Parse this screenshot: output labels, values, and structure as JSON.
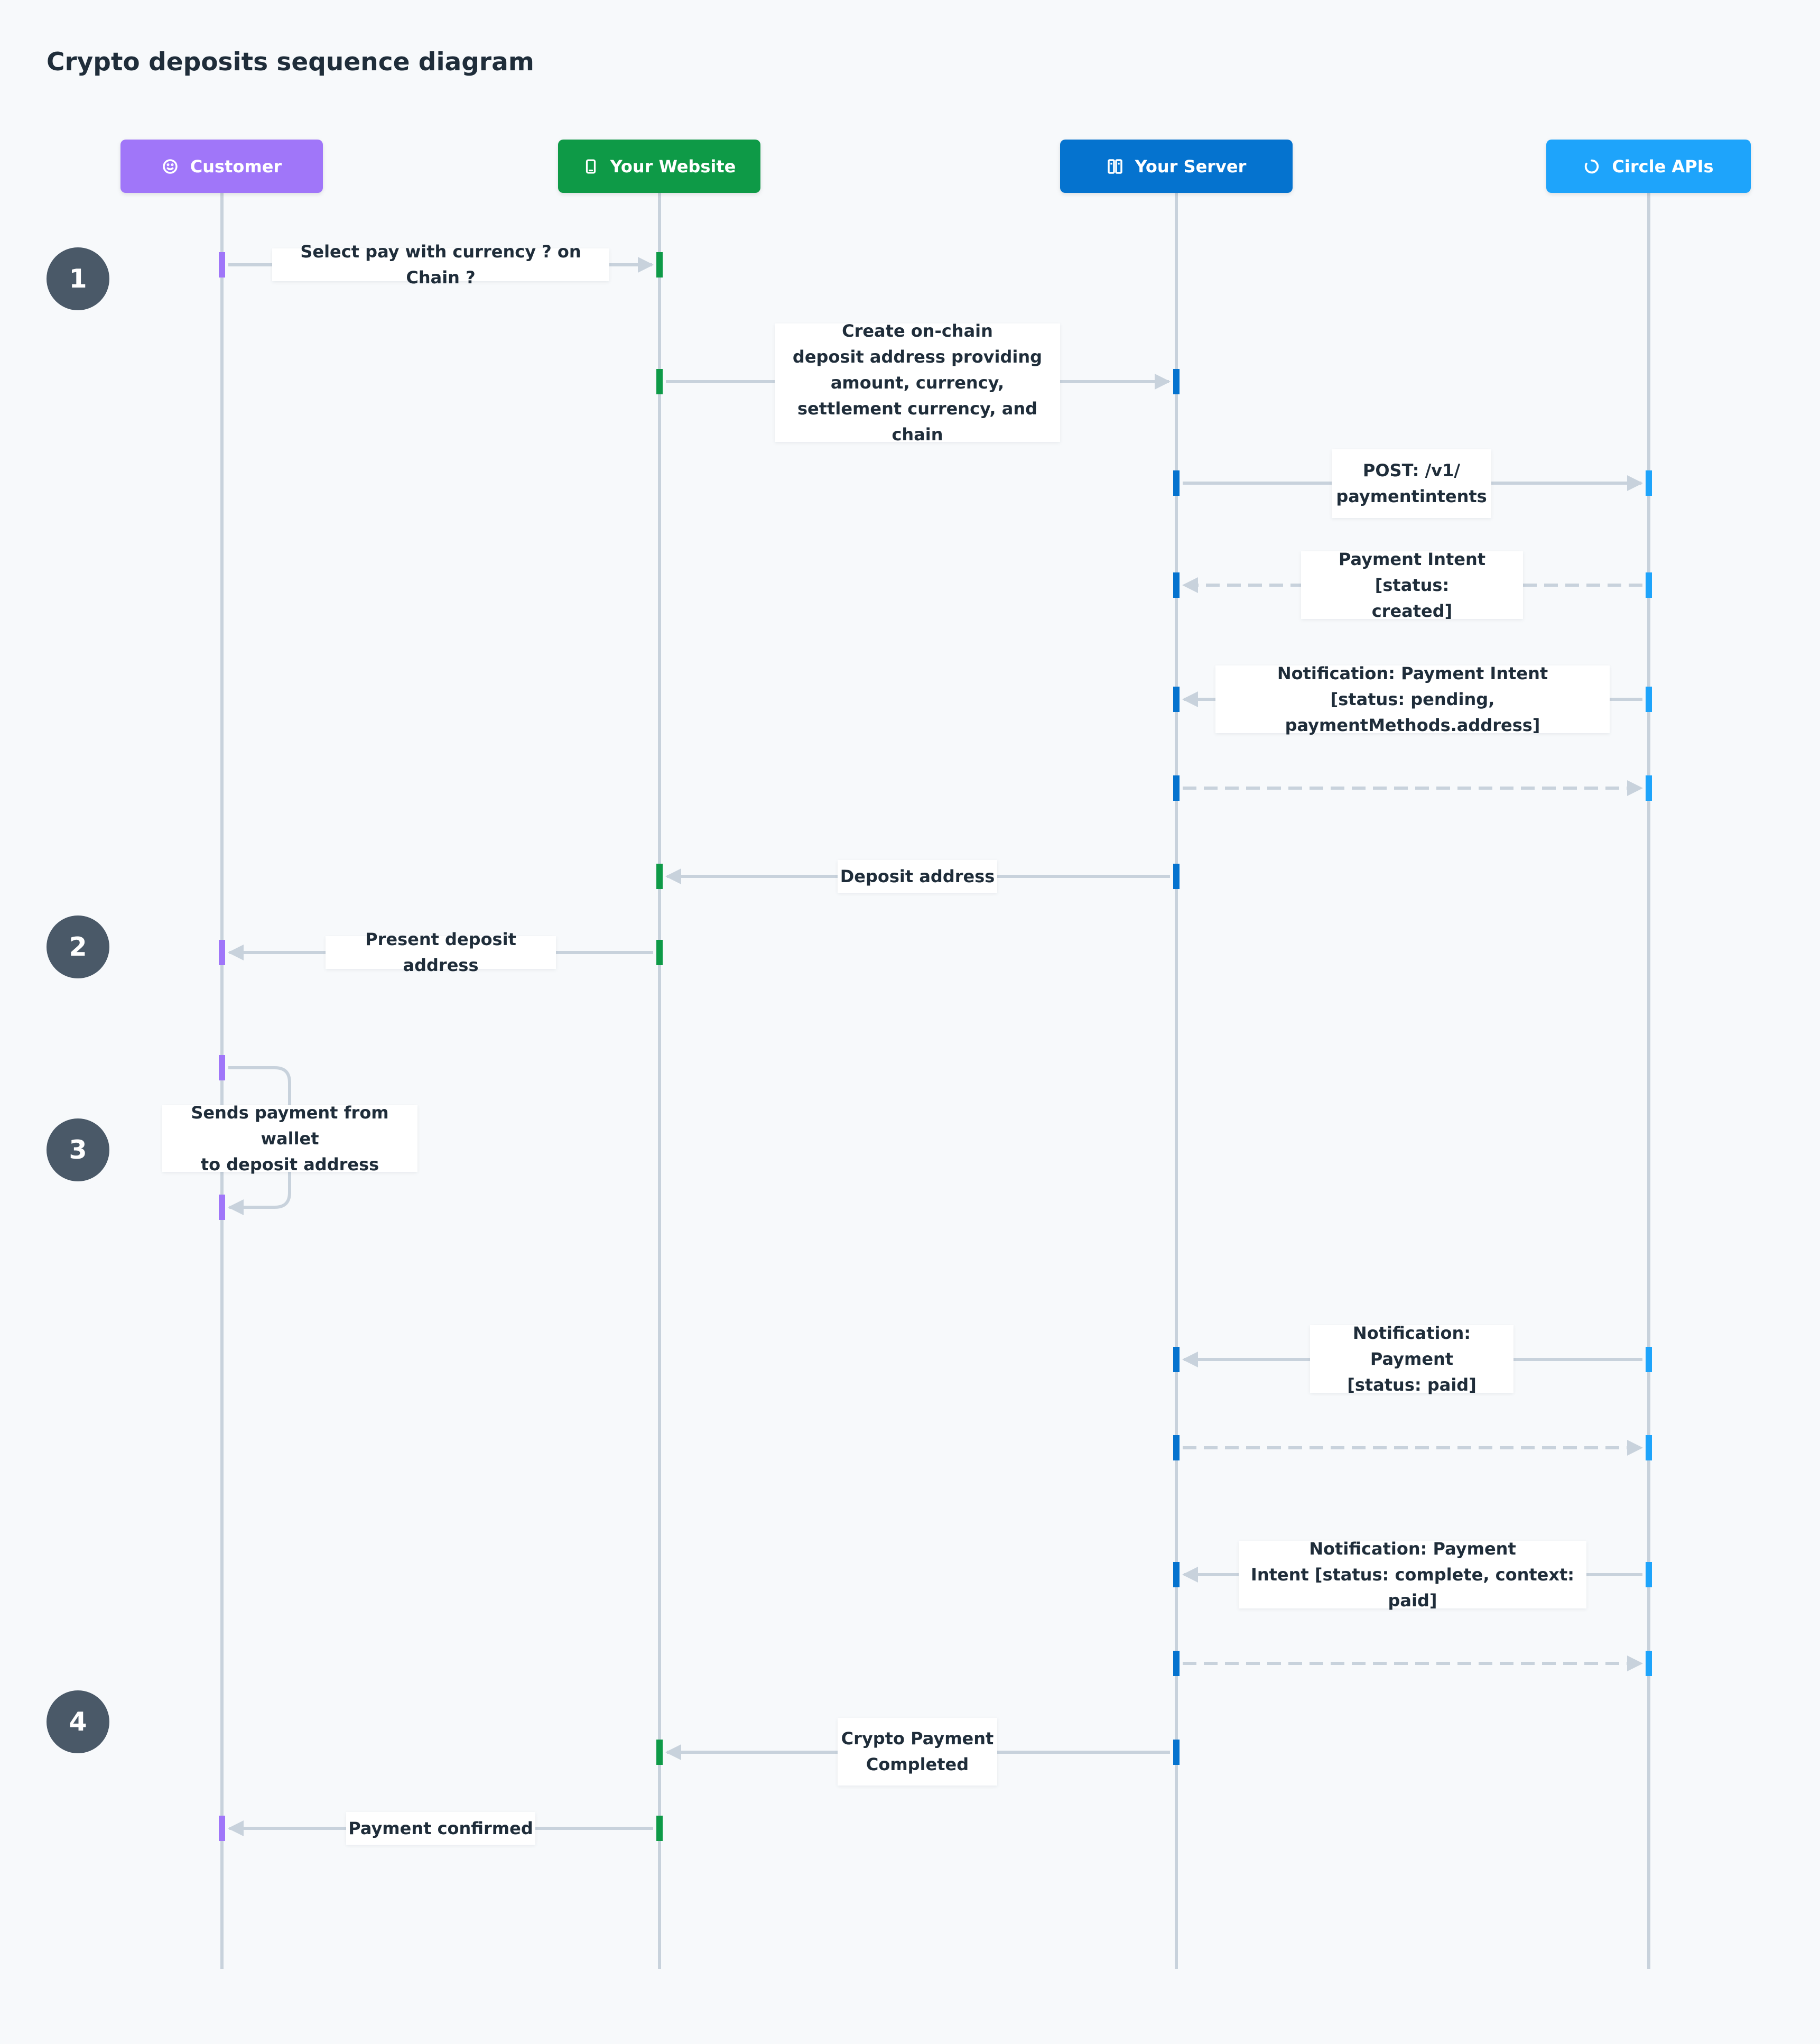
{
  "title": "Crypto deposits sequence diagram",
  "colors": {
    "customer": "#a076f9",
    "website": "#0e9a47",
    "server": "#0573cf",
    "circle": "#1ea4fb",
    "lifeline": "#c8d2dc",
    "step_badge": "#4a5968",
    "background": "#f7f9fb"
  },
  "actors": [
    {
      "id": "customer",
      "label": "Customer",
      "icon": "smile-icon",
      "color": "#a076f9"
    },
    {
      "id": "website",
      "label": "Your Website",
      "icon": "mobile-icon",
      "color": "#0e9a47"
    },
    {
      "id": "server",
      "label": "Your Server",
      "icon": "server-icon",
      "color": "#0573cf"
    },
    {
      "id": "circle",
      "label": "Circle APIs",
      "icon": "circle-loop-icon",
      "color": "#1ea4fb"
    }
  ],
  "steps": [
    "1",
    "2",
    "3",
    "4"
  ],
  "messages": [
    {
      "from": "customer",
      "to": "website",
      "label": "Select pay with currency ? on Chain ?",
      "style": "solid"
    },
    {
      "from": "website",
      "to": "server",
      "label": "Create on-chain\ndeposit address providing\namount, currency,\nsettlement currency, and chain",
      "style": "solid"
    },
    {
      "from": "server",
      "to": "circle",
      "label": "POST: /v1/\npaymentintents",
      "style": "solid"
    },
    {
      "from": "circle",
      "to": "server",
      "label": "Payment Intent [status:\ncreated]",
      "style": "dashed"
    },
    {
      "from": "circle",
      "to": "server",
      "label": "Notification: Payment Intent\n[status: pending, paymentMethods.address]",
      "style": "solid"
    },
    {
      "from": "server",
      "to": "circle",
      "label": "",
      "style": "dashed"
    },
    {
      "from": "server",
      "to": "website",
      "label": "Deposit address",
      "style": "solid"
    },
    {
      "from": "website",
      "to": "customer",
      "label": "Present deposit address",
      "style": "solid"
    },
    {
      "from": "customer",
      "to": "customer",
      "label": "Sends payment from wallet\nto deposit address",
      "style": "solid"
    },
    {
      "from": "circle",
      "to": "server",
      "label": "Notification: Payment\n[status: paid]",
      "style": "solid"
    },
    {
      "from": "server",
      "to": "circle",
      "label": "",
      "style": "dashed"
    },
    {
      "from": "circle",
      "to": "server",
      "label": "Notification: Payment\nIntent [status: complete, context: paid]",
      "style": "solid"
    },
    {
      "from": "server",
      "to": "circle",
      "label": "",
      "style": "dashed"
    },
    {
      "from": "server",
      "to": "website",
      "label": "Crypto Payment\nCompleted",
      "style": "solid"
    },
    {
      "from": "website",
      "to": "customer",
      "label": "Payment confirmed",
      "style": "solid"
    }
  ]
}
